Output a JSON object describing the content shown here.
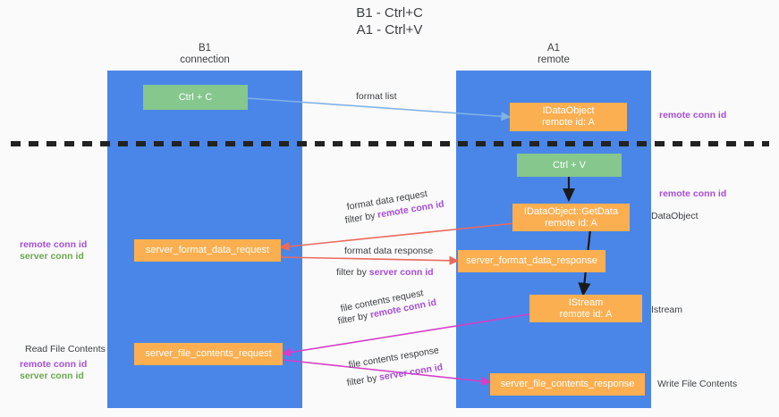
{
  "title": "B1 - Ctrl+C\nA1 - Ctrl+V",
  "columns": {
    "left": {
      "header": "B1\nconnection"
    },
    "right": {
      "header": "A1\nremote"
    }
  },
  "nodes": {
    "ctrl_c": {
      "label": "Ctrl + C"
    },
    "idataobject": {
      "label": "IDataObject\nremote id: A"
    },
    "ctrl_v": {
      "label": "Ctrl + V"
    },
    "getdata": {
      "label": "IDataObject::GetData\nremote id: A"
    },
    "fmt_req": {
      "label": "server_format_data_request"
    },
    "fmt_resp": {
      "label": "server_format_data_response"
    },
    "istream": {
      "label": "IStream\nremote id: A"
    },
    "file_req": {
      "label": "server_file_contents_request"
    },
    "file_resp": {
      "label": "server_file_contents_response"
    }
  },
  "edge_labels": {
    "format_list": "format list",
    "fmt_req_line1": "format data request",
    "fmt_req_filter_pre": "filter by ",
    "fmt_req_filter_key": "remote conn id",
    "fmt_resp_line1": "format data response",
    "fmt_resp_filter_pre": "filter by ",
    "fmt_resp_filter_key": "server conn id",
    "file_req_line1": "file contents request",
    "file_req_filter_pre": "filter by ",
    "file_req_filter_key": "remote conn id",
    "file_resp_line1": "file contents response",
    "file_resp_filter_pre": "filter by ",
    "file_resp_filter_key": "server conn id"
  },
  "annotations": {
    "right_remote_conn_1": "remote conn id",
    "right_remote_conn_2": "remote conn id",
    "right_dataobject": "DataObject",
    "right_istream": "Istream",
    "right_write_file": "Write File Contents",
    "left_read_file": "Read File Contents",
    "left_keys_1_purple": "remote conn id",
    "left_keys_1_green": "server conn id",
    "left_keys_2_purple": "remote conn id",
    "left_keys_2_green": "server conn id"
  },
  "colors": {
    "column": "#4a86e8",
    "green_node": "#85c78c",
    "orange_node": "#fbaf51",
    "purple_text": "#a64ddb",
    "green_text": "#6aa84f",
    "red_arrow": "#ea6a5e",
    "magenta_arrow": "#d63ec7",
    "blue_arrow": "#7fb2e5",
    "divider": "#222222"
  }
}
